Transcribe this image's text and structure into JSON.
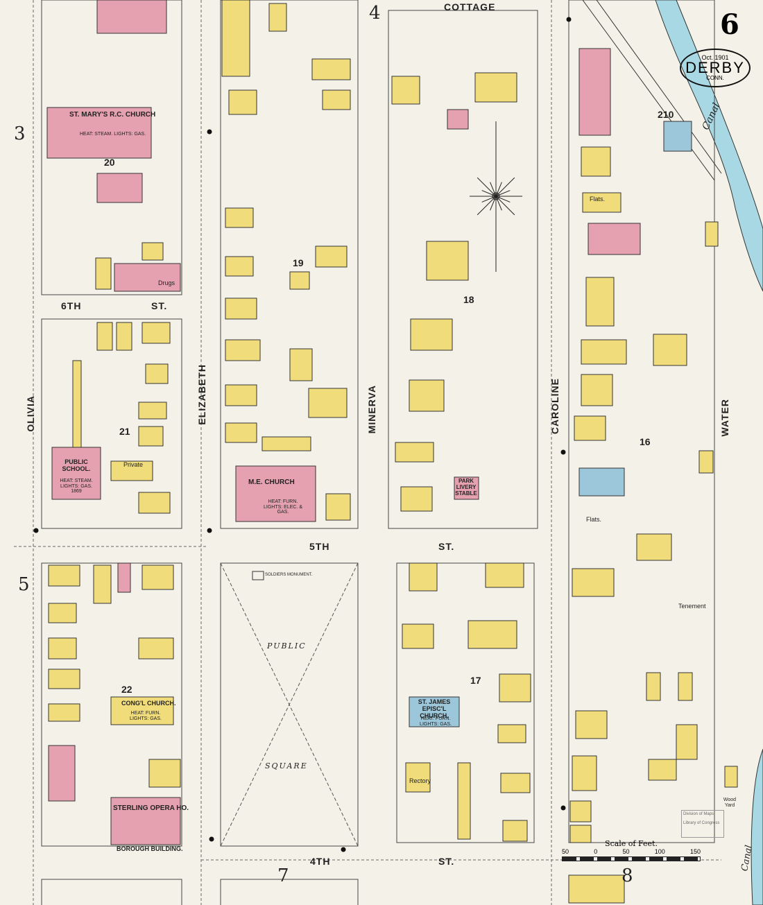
{
  "title": {
    "date": "Oct. 1901",
    "city": "DERBY",
    "state": "CONN.",
    "sheet": "6"
  },
  "streets": {
    "cottage": "COTTAGE",
    "olivia": "OLIVIA",
    "elizabeth": "ELIZABETH",
    "minerva": "MINERVA",
    "caroline": "CAROLINE",
    "water": "WATER",
    "sixth": "6TH",
    "sixth_st": "ST.",
    "fifth": "5TH",
    "fifth_st": "ST.",
    "fourth": "4TH",
    "fourth_st": "ST.",
    "canal_top": "Canal",
    "canal_bottom": "Canal"
  },
  "blocks": [
    "20",
    "21",
    "22",
    "19",
    "18",
    "17",
    "16",
    "210"
  ],
  "adjacent_sheets": [
    "3",
    "4",
    "5",
    "7",
    "8"
  ],
  "buildings": {
    "st_marys": "ST. MARY'S R.C. CHURCH",
    "st_marys_note": "HEAT: STEAM. LIGHTS: GAS.",
    "me_church": "M.E. CHURCH",
    "me_note": "HEAT: FURN. LIGHTS: ELEC. & GAS.",
    "public_school": "PUBLIC SCHOOL.",
    "school_note": "HEAT: STEAM. LIGHTS: GAS. 1869",
    "congl_church": "CONG'L CHURCH.",
    "congl_note": "HEAT: FURN. LIGHTS: GAS.",
    "opera": "STERLING OPERA HO.",
    "borough": "BOROUGH BUILDING.",
    "st_james": "ST. JAMES EPISC'L CHURCH.",
    "st_james_note": "HEAT: FURN. LIGHTS: GAS.",
    "livery": "PARK LIVERY STABLE",
    "rectory": "Rectory",
    "drugs": "Drugs",
    "private": "Private",
    "flats": "Flats.",
    "tenement": "Tenement",
    "wood_yard": "Wood Yard",
    "monument": "SOLDIERS MONUMENT."
  },
  "square": {
    "public": "PUBLIC",
    "square": "SQUARE"
  },
  "scale": {
    "label": "Scale of Feet.",
    "ticks": [
      "50",
      "0",
      "50",
      "100",
      "150"
    ]
  },
  "stamp": {
    "line1": "Division of Maps",
    "line2": "Library of Congress"
  },
  "colors": {
    "frame": "#f1dc7c",
    "brick": "#e6a1b0",
    "stone": "#9cc6da",
    "water": "#a8d8e4",
    "paper": "#f4f2e8"
  }
}
